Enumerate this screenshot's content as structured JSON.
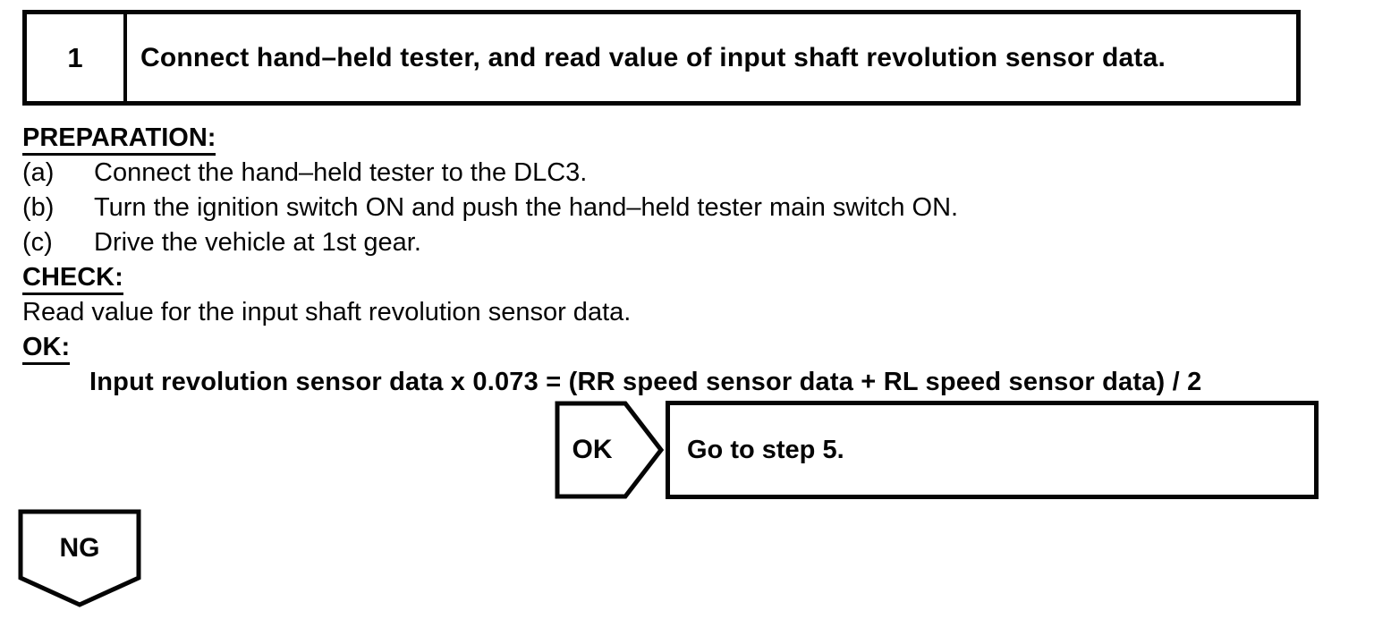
{
  "page": {
    "step": {
      "number": "1",
      "title": "Connect hand–held tester, and read value of input shaft revolution sensor data."
    },
    "preparation": {
      "label": "PREPARATION:",
      "items": [
        {
          "marker": "(a)",
          "text": "Connect the hand–held tester to the DLC3."
        },
        {
          "marker": "(b)",
          "text": "Turn the ignition switch ON and push the hand–held tester main switch ON."
        },
        {
          "marker": "(c)",
          "text": "Drive the vehicle at 1st gear."
        }
      ]
    },
    "check": {
      "label": "CHECK:",
      "text": "Read value for the input shaft revolution sensor data."
    },
    "ok": {
      "label": "OK:",
      "formula": "Input revolution sensor data x 0.073 = (RR speed sensor data + RL speed sensor data) / 2"
    },
    "flow": {
      "ok": {
        "label": "OK",
        "action": "Go to step 5."
      },
      "ng": {
        "label": "NG"
      }
    },
    "colors": {
      "ink": "#050505",
      "paper": "#ffffff"
    }
  }
}
